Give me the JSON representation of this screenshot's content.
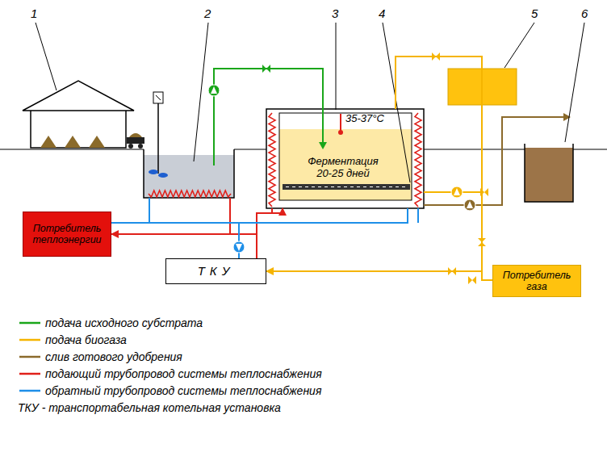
{
  "diagram": {
    "nodes": [
      {
        "text": [
          "Потребитель теплоэнергии"
        ]
      },
      {
        "text": [
          "35-37°C",
          "Ферментация 20-25 дней"
        ]
      },
      {
        "text": [
          "ТКУ"
        ]
      },
      {
        "text": [
          "Потребитель газа"
        ]
      }
    ],
    "edges": [
      {
        "from": 2,
        "to": 0,
        "arrow": "to"
      },
      {
        "from": 2,
        "to": 1,
        "arrow": "to"
      },
      {
        "from": 1,
        "to": 2,
        "arrow": "to"
      },
      {
        "from": 1,
        "to": 3,
        "arrow": "none"
      },
      {
        "from": 0,
        "to": 2,
        "arrow": "none"
      },
      {
        "from": 1,
        "to": 2,
        "arrow": "none"
      }
    ],
    "labels": [
      "1",
      "2",
      "3",
      "4",
      "5",
      "6",
      "ТКУ - транспортабельная котельная установка"
    ],
    "legend": [
      {
        "text": "подача исходного субстрата"
      },
      {
        "text": "подача биогаза"
      },
      {
        "text": "слив готового удобрения"
      },
      {
        "text": "подающий трубопровод системы теплоснабжения"
      },
      {
        "text": "обратный трубопровод системы теплоснабжения"
      }
    ]
  }
}
